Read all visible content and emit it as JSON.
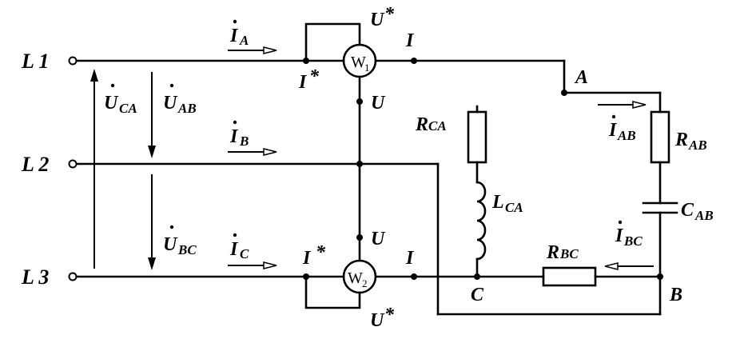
{
  "lines": {
    "L1": "L 1",
    "L2": "L 2",
    "L3": "L 3"
  },
  "currents": {
    "IA": {
      "main": "I",
      "sub": "A"
    },
    "IB": {
      "main": "I",
      "sub": "B"
    },
    "IC": {
      "main": "I",
      "sub": "C"
    },
    "IAB": {
      "main": "I",
      "sub": "AB"
    },
    "IBC": {
      "main": "I",
      "sub": "BC"
    }
  },
  "voltages": {
    "UCA": {
      "main": "U",
      "sub": "CA"
    },
    "UAB": {
      "main": "U",
      "sub": "AB"
    },
    "UBC": {
      "main": "U",
      "sub": "BC"
    }
  },
  "wattmeters": {
    "W1": {
      "main": "W",
      "sub": "1"
    },
    "W2": {
      "main": "W",
      "sub": "2"
    }
  },
  "terminals": {
    "U_star": "U",
    "star": "*",
    "U": "U",
    "I_star": "I",
    "I": "I"
  },
  "nodes": {
    "A": "A",
    "B": "B",
    "C": "C"
  },
  "components": {
    "RCA": {
      "main": "R",
      "sub": "CA"
    },
    "LCA": {
      "main": "L",
      "sub": "CA"
    },
    "RAB": {
      "main": "R",
      "sub": "AB"
    },
    "CAB": {
      "main": "C",
      "sub": "AB"
    },
    "RBC": {
      "main": "R",
      "sub": "BC"
    }
  }
}
